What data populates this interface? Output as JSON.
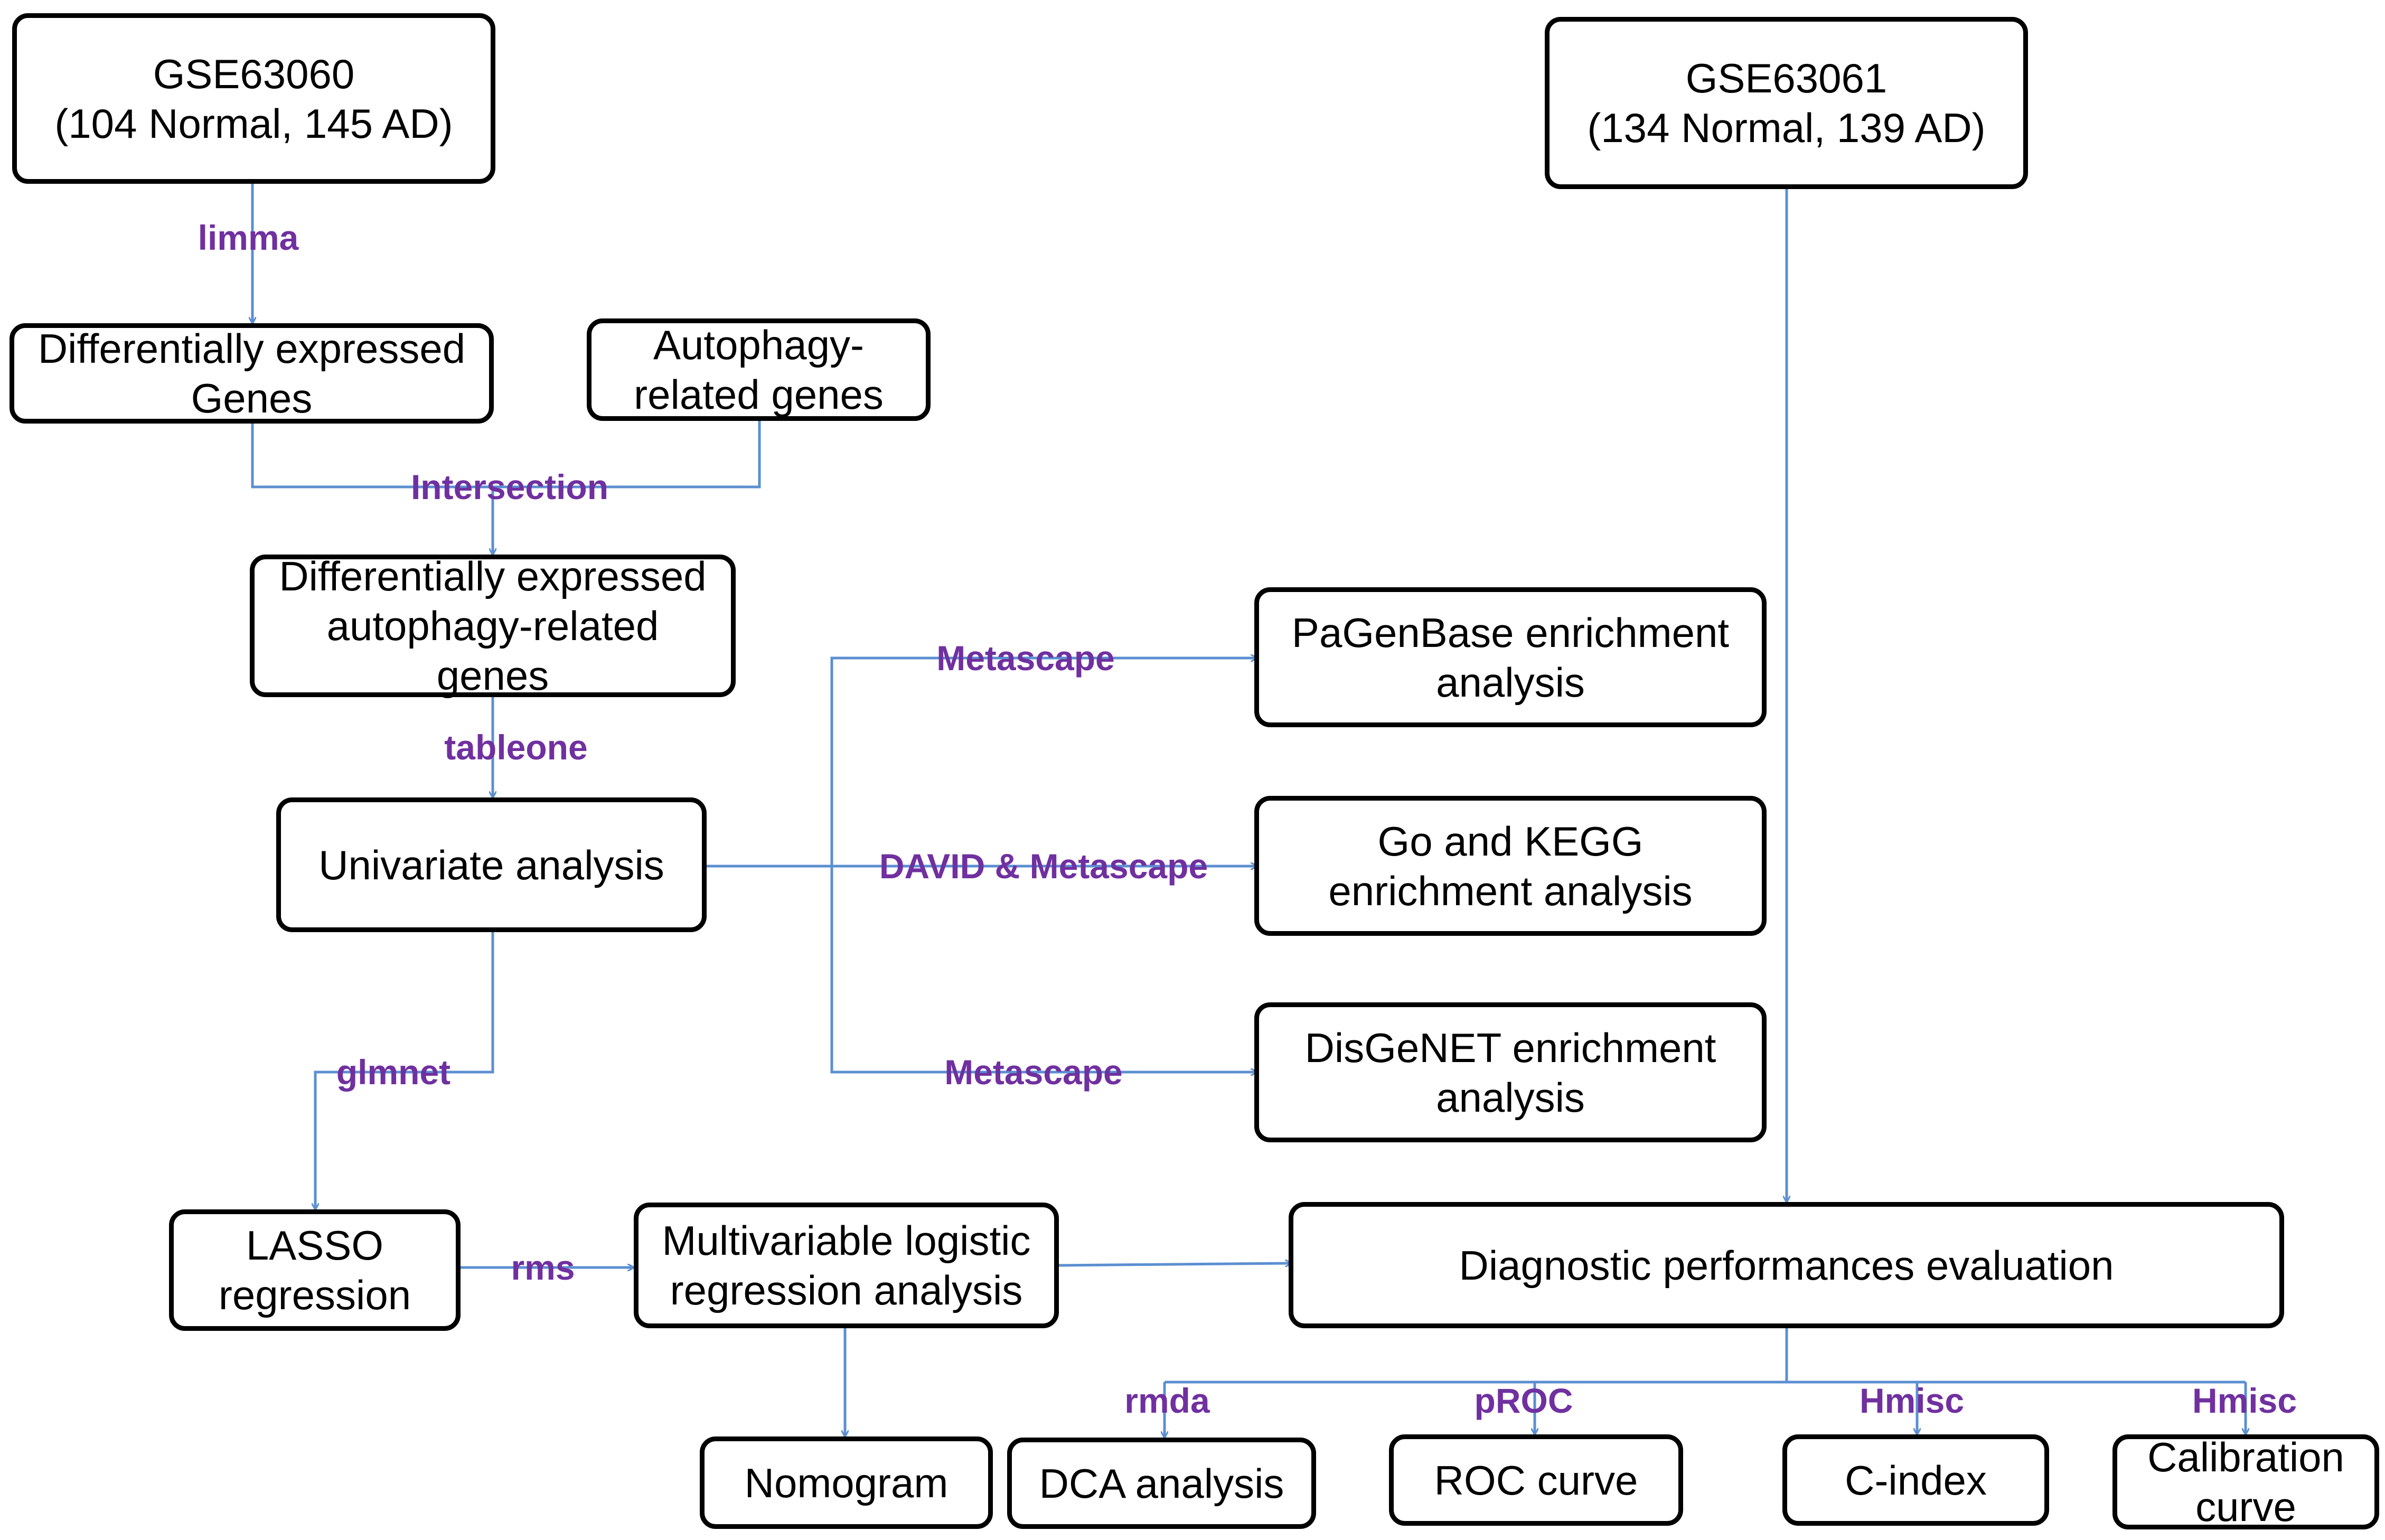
{
  "colors": {
    "box_border": "#000000",
    "connector": "#5b8fd0",
    "tool_label": "#7030a0"
  },
  "nodes": {
    "gse63060": {
      "line1": "GSE63060",
      "line2": "(104 Normal, 145 AD)"
    },
    "gse63061": {
      "line1": "GSE63061",
      "line2": "(134 Normal, 139 AD)"
    },
    "degs": {
      "line1": "Differentially expressed",
      "line2": "Genes"
    },
    "autophagy": {
      "line1": "Autophagy-",
      "line2": "related genes"
    },
    "dearg": {
      "line1": "Differentially expressed",
      "line2": "autophagy-related",
      "line3": "genes"
    },
    "univariate": {
      "line1": "Univariate analysis"
    },
    "pagenbase": {
      "line1": "PaGenBase enrichment",
      "line2": "analysis"
    },
    "gokegg": {
      "line1": "Go and KEGG",
      "line2": "enrichment analysis"
    },
    "disgenet": {
      "line1": "DisGeNET enrichment",
      "line2": "analysis"
    },
    "lasso": {
      "line1": "LASSO",
      "line2": "regression"
    },
    "multivariable": {
      "line1": "Multivariable logistic",
      "line2": "regression analysis"
    },
    "diagnostic": {
      "line1": "Diagnostic performances evaluation"
    },
    "nomogram": {
      "line1": "Nomogram"
    },
    "dca": {
      "line1": "DCA analysis"
    },
    "roc": {
      "line1": "ROC curve"
    },
    "cindex": {
      "line1": "C-index"
    },
    "calibration": {
      "line1": "Calibration",
      "line2": "curve"
    }
  },
  "tools": {
    "limma": "limma",
    "intersection": "Intersection",
    "tableone": "tableone",
    "metascape_top": "Metascape",
    "david_metascape": "DAVID & Metascape",
    "metascape_bottom": "Metascape",
    "glmnet": "glmnet",
    "rms": "rms",
    "rmda": "rmda",
    "proc": "pROC",
    "hmisc_cindex": "Hmisc",
    "hmisc_calibration": "Hmisc"
  }
}
